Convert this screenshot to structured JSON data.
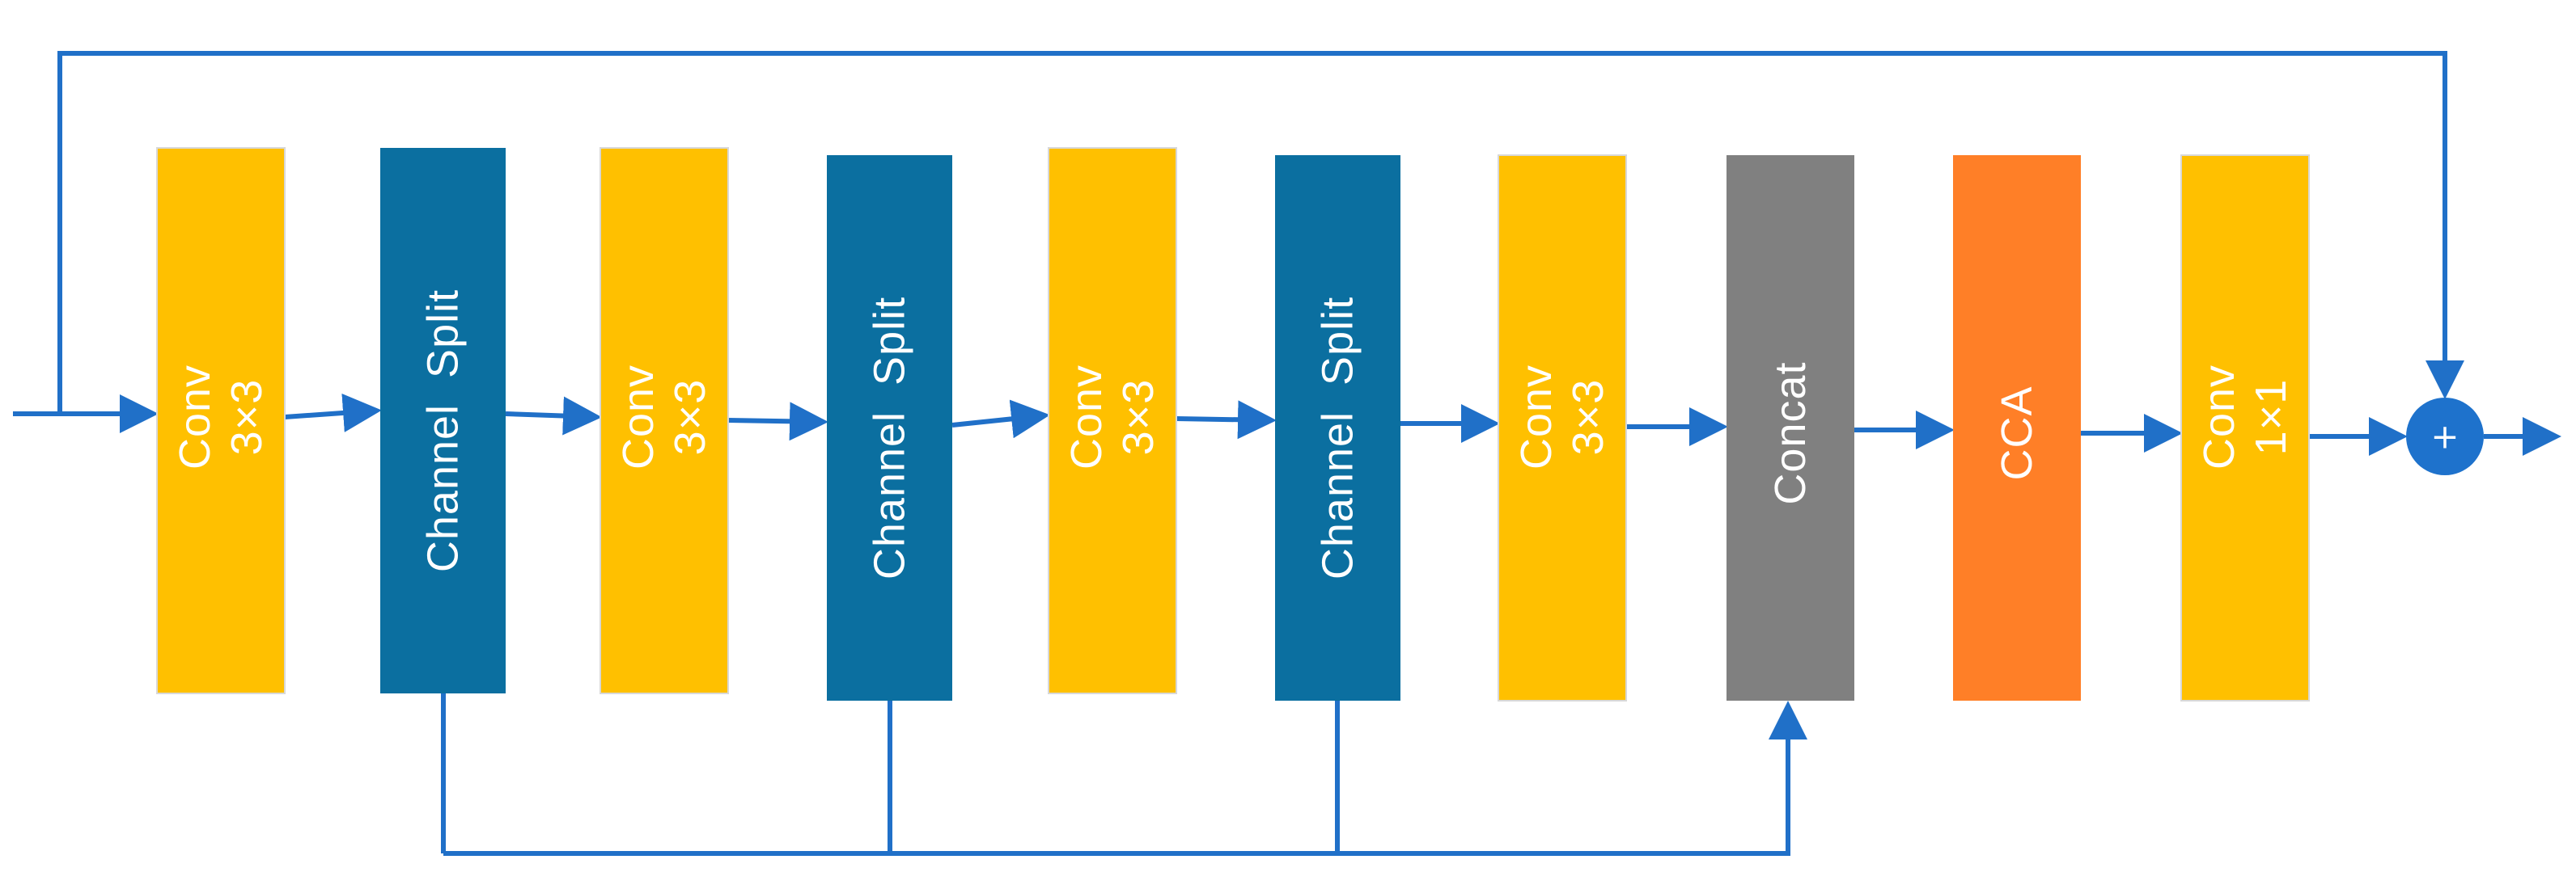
{
  "colors": {
    "conv": "#FFC000",
    "split": "#0B6FA0",
    "concat": "#808080",
    "cca": "#FF7F27",
    "arrow": "#2070C8",
    "label": "#ffffff",
    "adder": "#1E72CC"
  },
  "blocks": [
    {
      "id": "conv-1",
      "kind": "conv",
      "lines": [
        "Conv",
        "3×3"
      ]
    },
    {
      "id": "split-1",
      "kind": "split",
      "lines": [
        "Channel  Split"
      ]
    },
    {
      "id": "conv-2",
      "kind": "conv",
      "lines": [
        "Conv",
        "3×3"
      ]
    },
    {
      "id": "split-2",
      "kind": "split",
      "lines": [
        "Channel  Split"
      ]
    },
    {
      "id": "conv-3",
      "kind": "conv",
      "lines": [
        "Conv",
        "3×3"
      ]
    },
    {
      "id": "split-3",
      "kind": "split",
      "lines": [
        "Channel  Split"
      ]
    },
    {
      "id": "conv-4",
      "kind": "conv",
      "lines": [
        "Conv",
        "3×3"
      ]
    },
    {
      "id": "concat",
      "kind": "concat",
      "lines": [
        "Concat"
      ]
    },
    {
      "id": "cca",
      "kind": "cca",
      "lines": [
        "CCA"
      ]
    },
    {
      "id": "conv-5",
      "kind": "conv",
      "lines": [
        "Conv",
        "1×1"
      ]
    }
  ],
  "adder": {
    "symbol": "+"
  },
  "connections": {
    "flow": "input → conv-1 → split-1 → conv-2 → split-2 → conv-3 → split-3 → conv-4 → concat → cca → conv-5 → adder → output",
    "skip": "input → adder",
    "split_to_concat": [
      "split-1",
      "split-2",
      "split-3"
    ]
  }
}
